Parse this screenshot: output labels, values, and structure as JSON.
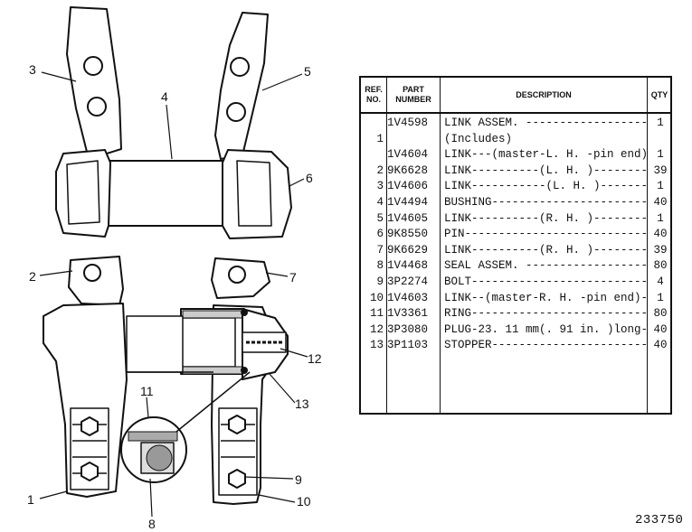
{
  "callouts": [
    {
      "id": "c1",
      "text": "1"
    },
    {
      "id": "c2",
      "text": "2"
    },
    {
      "id": "c3",
      "text": "3"
    },
    {
      "id": "c4",
      "text": "4"
    },
    {
      "id": "c5",
      "text": "5"
    },
    {
      "id": "c6",
      "text": "6"
    },
    {
      "id": "c7",
      "text": "7"
    },
    {
      "id": "c8",
      "text": "8"
    },
    {
      "id": "c9",
      "text": "9"
    },
    {
      "id": "c10",
      "text": "10"
    },
    {
      "id": "c11",
      "text": "11"
    },
    {
      "id": "c12",
      "text": "12"
    },
    {
      "id": "c13",
      "text": "13"
    }
  ],
  "table": {
    "headers": {
      "ref_line1": "REF.",
      "ref_line2": "NO.",
      "part_line1": "PART",
      "part_line2": "NUMBER",
      "description": "DESCRIPTION",
      "qty": "QTY"
    },
    "rows": [
      {
        "ref": "",
        "part": "1V4598",
        "desc": "LINK ASSEM. -----------------------",
        "qty": "1"
      },
      {
        "ref": "1",
        "part": "",
        "desc": "   (Includes)",
        "qty": ""
      },
      {
        "ref": "",
        "part": "1V4604",
        "desc": "LINK---(master-L. H. -pin end)--",
        "qty": "1"
      },
      {
        "ref": "2",
        "part": "9K6628",
        "desc": "LINK----------(L. H. )-----------",
        "qty": "39"
      },
      {
        "ref": "3",
        "part": "1V4606",
        "desc": "LINK-----------(L. H. )----------",
        "qty": "1"
      },
      {
        "ref": "4",
        "part": "1V4494",
        "desc": "BUSHING--------------------------",
        "qty": "40"
      },
      {
        "ref": "5",
        "part": "1V4605",
        "desc": "LINK----------(R. H. )-----------",
        "qty": "1"
      },
      {
        "ref": "6",
        "part": "9K8550",
        "desc": "PIN------------------------------",
        "qty": "40"
      },
      {
        "ref": "7",
        "part": "9K6629",
        "desc": "LINK----------(R. H. )-----------",
        "qty": "39"
      },
      {
        "ref": "8",
        "part": "1V4468",
        "desc": "SEAL ASSEM. ---------------------",
        "qty": "80"
      },
      {
        "ref": "9",
        "part": "3P2274",
        "desc": "BOLT-----------------------------",
        "qty": "4"
      },
      {
        "ref": "10",
        "part": "1V4603",
        "desc": "LINK--(master-R. H. -pin end)--",
        "qty": "1"
      },
      {
        "ref": "11",
        "part": "1V3361",
        "desc": "RING-----------------------------",
        "qty": "80"
      },
      {
        "ref": "12",
        "part": "3P3080",
        "desc": "PLUG-23. 11 mm(. 91 in. )long---",
        "qty": "40"
      },
      {
        "ref": "13",
        "part": "3P1103",
        "desc": "STOPPER--------------------------",
        "qty": "40"
      }
    ]
  },
  "figure_number": "233750"
}
